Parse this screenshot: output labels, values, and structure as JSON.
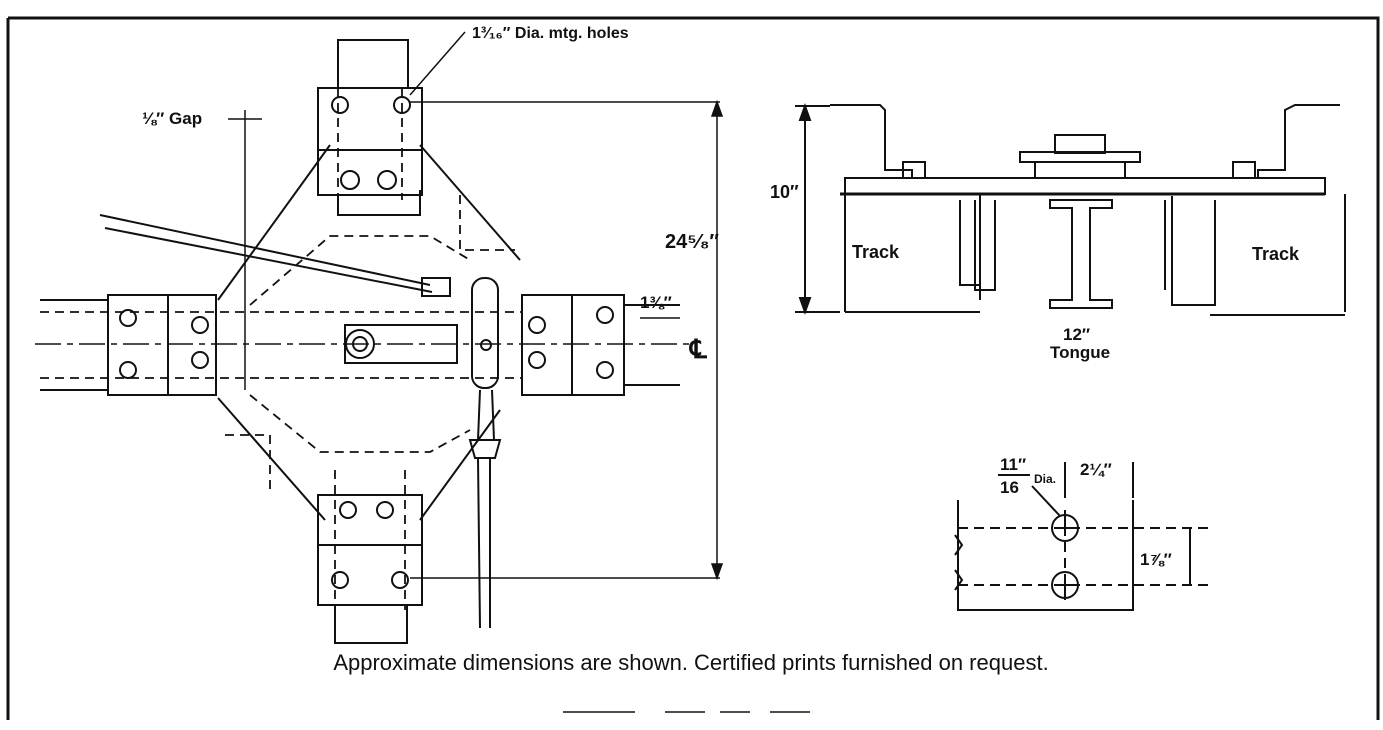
{
  "labels": {
    "mounting_holes": "1³⁄₁₆″ Dia. mtg. holes",
    "gap": "⅛″ Gap",
    "height_24": "24⁵⁄₈″",
    "offset_1_3_8": "1⅜″",
    "centerline": "℄",
    "height_10": "10″",
    "track_left": "Track",
    "track_right": "Track",
    "tongue_size": "12″",
    "tongue": "Tongue",
    "hole_dia_num": "11″",
    "hole_dia_den": "16",
    "hole_dia_unit": "Dia.",
    "spacing_2_1_4": "2¼″",
    "spacing_1_7_8": "1⅞″"
  },
  "caption": "Approximate dimensions are shown. Certified prints furnished on request.",
  "colors": {
    "ink": "#111111",
    "paper": "#ffffff"
  }
}
